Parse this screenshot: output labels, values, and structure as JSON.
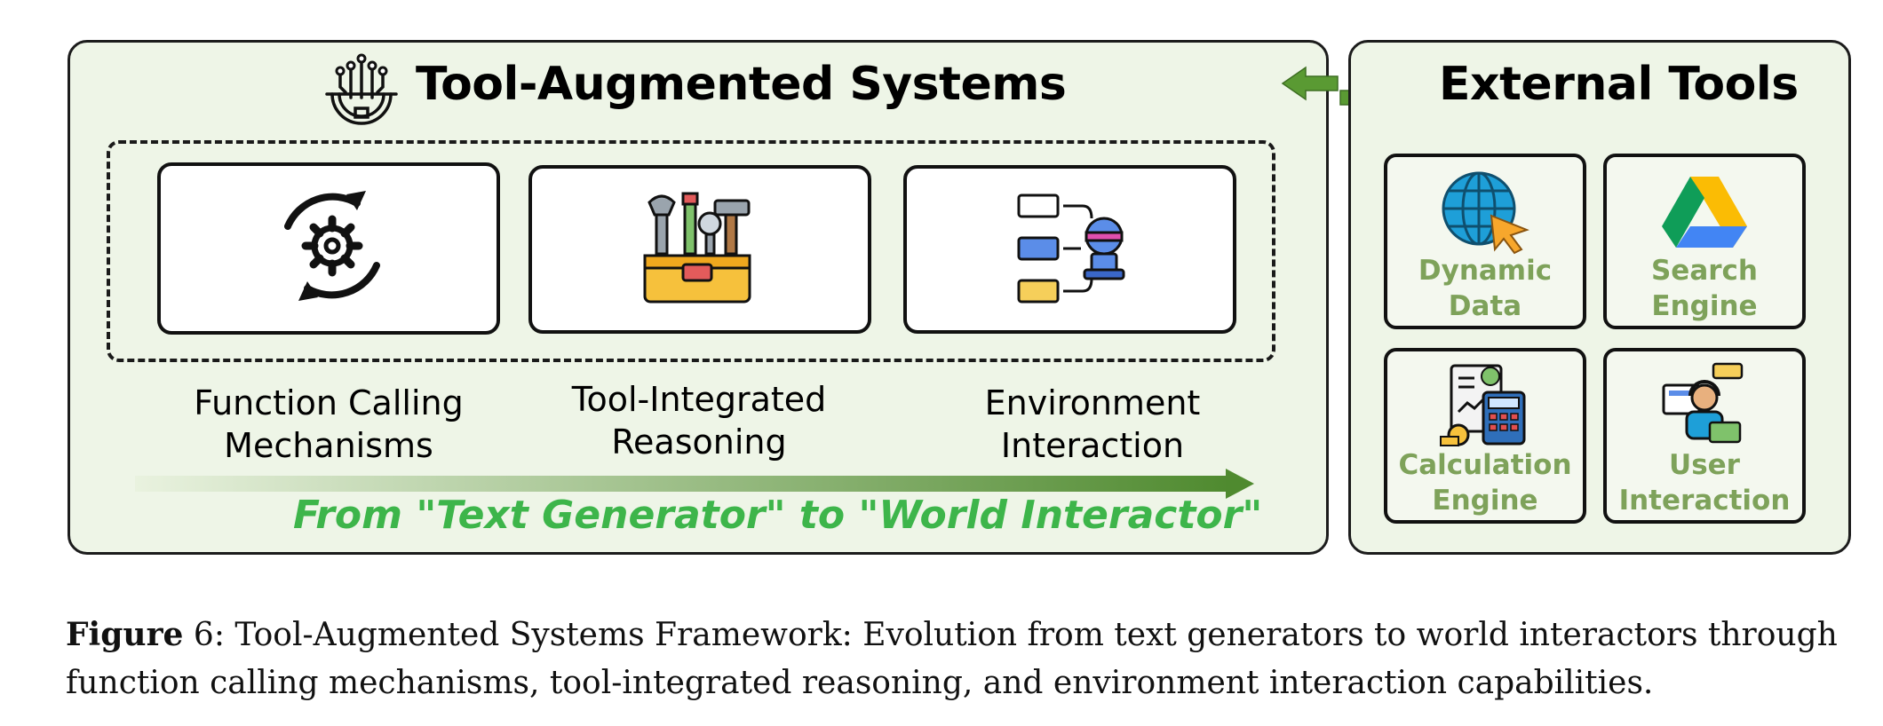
{
  "main_panel": {
    "title": "Tool-Augmented Systems",
    "stages": [
      {
        "line1": "Function Calling",
        "line2": "Mechanisms",
        "icon": "gear-cycle-icon"
      },
      {
        "line1": "Tool-Integrated",
        "line2": "Reasoning",
        "icon": "toolbox-icon"
      },
      {
        "line1": "Environment",
        "line2": "Interaction",
        "icon": "robot-flow-icon"
      }
    ],
    "tagline": "From \"Text Generator\" to \"World Interactor\""
  },
  "external_panel": {
    "title": "External Tools",
    "tools": [
      {
        "line1": "Dynamic",
        "line2": "Data",
        "icon": "globe-cursor-icon"
      },
      {
        "line1": "Search",
        "line2": "Engine",
        "icon": "drive-triangle-icon"
      },
      {
        "line1": "Calculation",
        "line2": "Engine",
        "icon": "calculator-icon"
      },
      {
        "line1": "User",
        "line2": "Interaction",
        "icon": "support-agent-icon"
      }
    ]
  },
  "caption": {
    "label": "Figure",
    "number": " 6",
    "text": ": Tool-Augmented Systems Framework: Evolution from text generators to world interactors through function calling mechanisms, tool-integrated reasoning, and environment interaction capabilities."
  },
  "colors": {
    "panel_bg": "#eef5e7",
    "accent_green": "#4f8a2f",
    "tagline_green": "#3db54a",
    "tool_label_green": "#7ea25a"
  }
}
